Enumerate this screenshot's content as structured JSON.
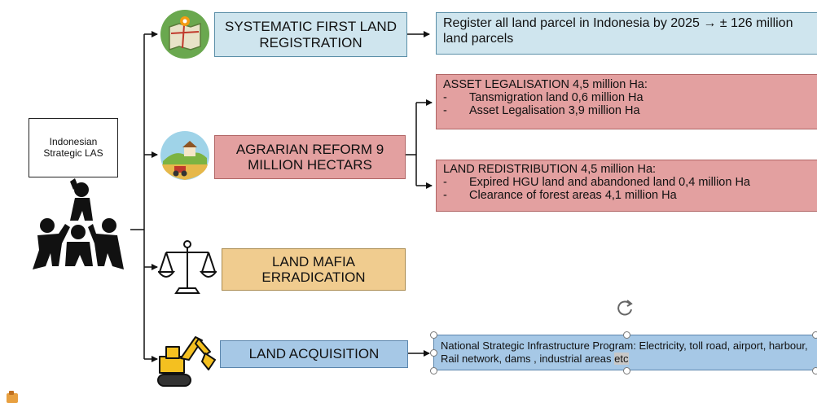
{
  "root": {
    "label": "Indonesian Strategic LAS"
  },
  "programs": [
    {
      "label": "SYSTEMATIC FIRST LAND REGISTRATION",
      "icon": "map-pin-icon"
    },
    {
      "label": "AGRARIAN REFORM 9 MILLION HECTARS",
      "icon": "farm-tractor-icon"
    },
    {
      "label": "LAND MAFIA ERRADICATION",
      "icon": "justice-scale-icon"
    },
    {
      "label": "LAND ACQUISITION",
      "icon": "excavator-icon"
    }
  ],
  "details": {
    "registration": "Register all land parcel in Indonesia by 2025 → ± 126 million land parcels",
    "asset_legalisation": {
      "title": "ASSET LEGALISATION 4,5 million Ha:",
      "items": [
        "Tansmigration land 0,6 million Ha",
        "Asset Legalisation 3,9 million Ha"
      ]
    },
    "land_redistribution": {
      "title": "LAND REDISTRIBUTION 4,5 million Ha:",
      "items": [
        "Expired HGU land and abandoned land 0,4 million Ha",
        "Clearance of forest areas 4,1 million Ha"
      ]
    },
    "infrastructure": {
      "text": "National Strategic Infrastructure Program: Electricity, toll road, airport, harbour, Rail network, dams , industrial areas",
      "selected_text": "etc"
    }
  },
  "list_marker": "-",
  "icons": [
    "people-lifting-icon",
    "rotate-handle-icon",
    "app-icon"
  ],
  "colors": {
    "registration_box": "#cfe5ee",
    "agrarian_box": "#e3a0a0",
    "mafia_box": "#f0cc8f",
    "acquisition_box": "#a6c8e6"
  }
}
